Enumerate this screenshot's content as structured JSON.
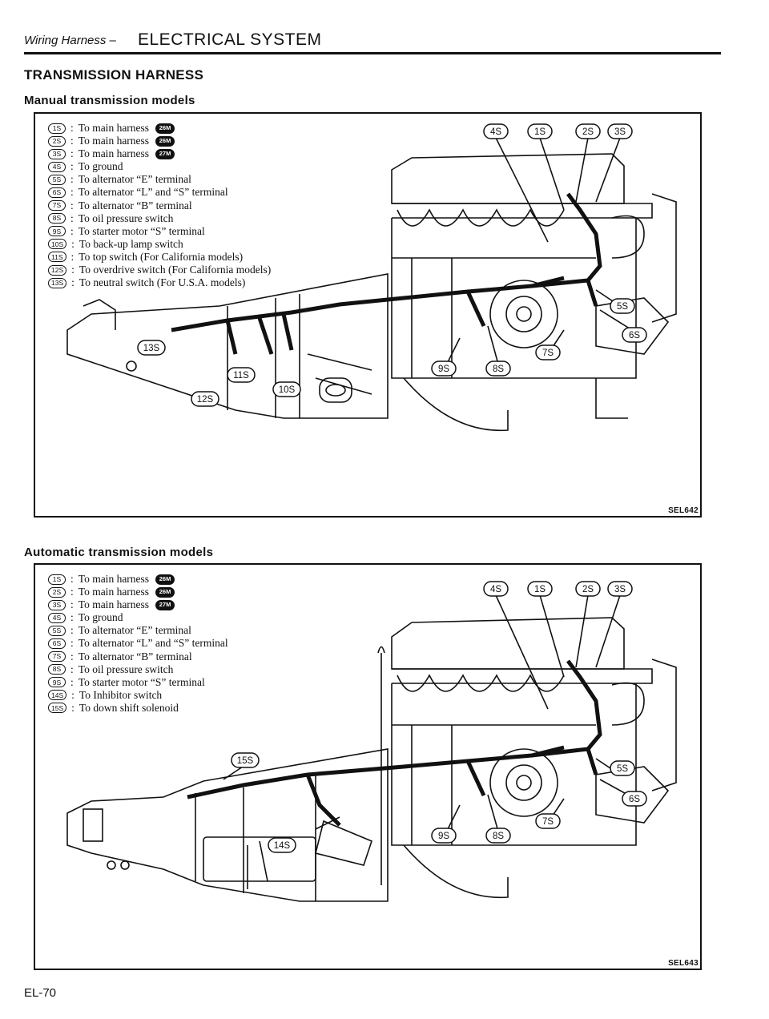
{
  "header": {
    "section": "Wiring Harness –",
    "title": "ELECTRICAL SYSTEM"
  },
  "title": "TRANSMISSION HARNESS",
  "manual": {
    "subtitle": "Manual transmission models",
    "legend": [
      {
        "code": "1S",
        "text": "To main harness",
        "ref": "26M"
      },
      {
        "code": "2S",
        "text": "To main harness",
        "ref": "26M"
      },
      {
        "code": "3S",
        "text": "To main harness",
        "ref": "27M"
      },
      {
        "code": "4S",
        "text": "To ground"
      },
      {
        "code": "5S",
        "text": "To alternator “E” terminal"
      },
      {
        "code": "6S",
        "text": "To alternator “L” and “S” terminal"
      },
      {
        "code": "7S",
        "text": "To alternator “B” terminal"
      },
      {
        "code": "8S",
        "text": "To oil pressure switch"
      },
      {
        "code": "9S",
        "text": "To starter motor “S” terminal"
      },
      {
        "code": "10S",
        "text": "To back-up lamp switch"
      },
      {
        "code": "11S",
        "text": "To top switch (For California models)"
      },
      {
        "code": "12S",
        "text": "To overdrive switch (For California models)"
      },
      {
        "code": "13S",
        "text": "To neutral switch (For U.S.A. models)"
      }
    ],
    "callouts": [
      "4S",
      "1S",
      "2S",
      "3S",
      "5S",
      "6S",
      "7S",
      "8S",
      "9S",
      "10S",
      "11S",
      "12S",
      "13S"
    ],
    "figure_code": "SEL642"
  },
  "automatic": {
    "subtitle": "Automatic transmission models",
    "legend": [
      {
        "code": "1S",
        "text": "To main harness",
        "ref": "26M"
      },
      {
        "code": "2S",
        "text": "To main harness",
        "ref": "26M"
      },
      {
        "code": "3S",
        "text": "To main harness",
        "ref": "27M"
      },
      {
        "code": "4S",
        "text": "To ground"
      },
      {
        "code": "5S",
        "text": "To alternator “E” terminal"
      },
      {
        "code": "6S",
        "text": "To alternator “L” and “S” terminal"
      },
      {
        "code": "7S",
        "text": "To alternator “B” terminal"
      },
      {
        "code": "8S",
        "text": "To oil pressure switch"
      },
      {
        "code": "9S",
        "text": "To starter motor “S” terminal"
      },
      {
        "code": "14S",
        "text": "To Inhibitor switch"
      },
      {
        "code": "15S",
        "text": "To down shift solenoid"
      }
    ],
    "callouts": [
      "4S",
      "1S",
      "2S",
      "3S",
      "5S",
      "6S",
      "7S",
      "8S",
      "9S",
      "14S",
      "15S"
    ],
    "figure_code": "SEL643"
  },
  "page_number": "EL-70"
}
